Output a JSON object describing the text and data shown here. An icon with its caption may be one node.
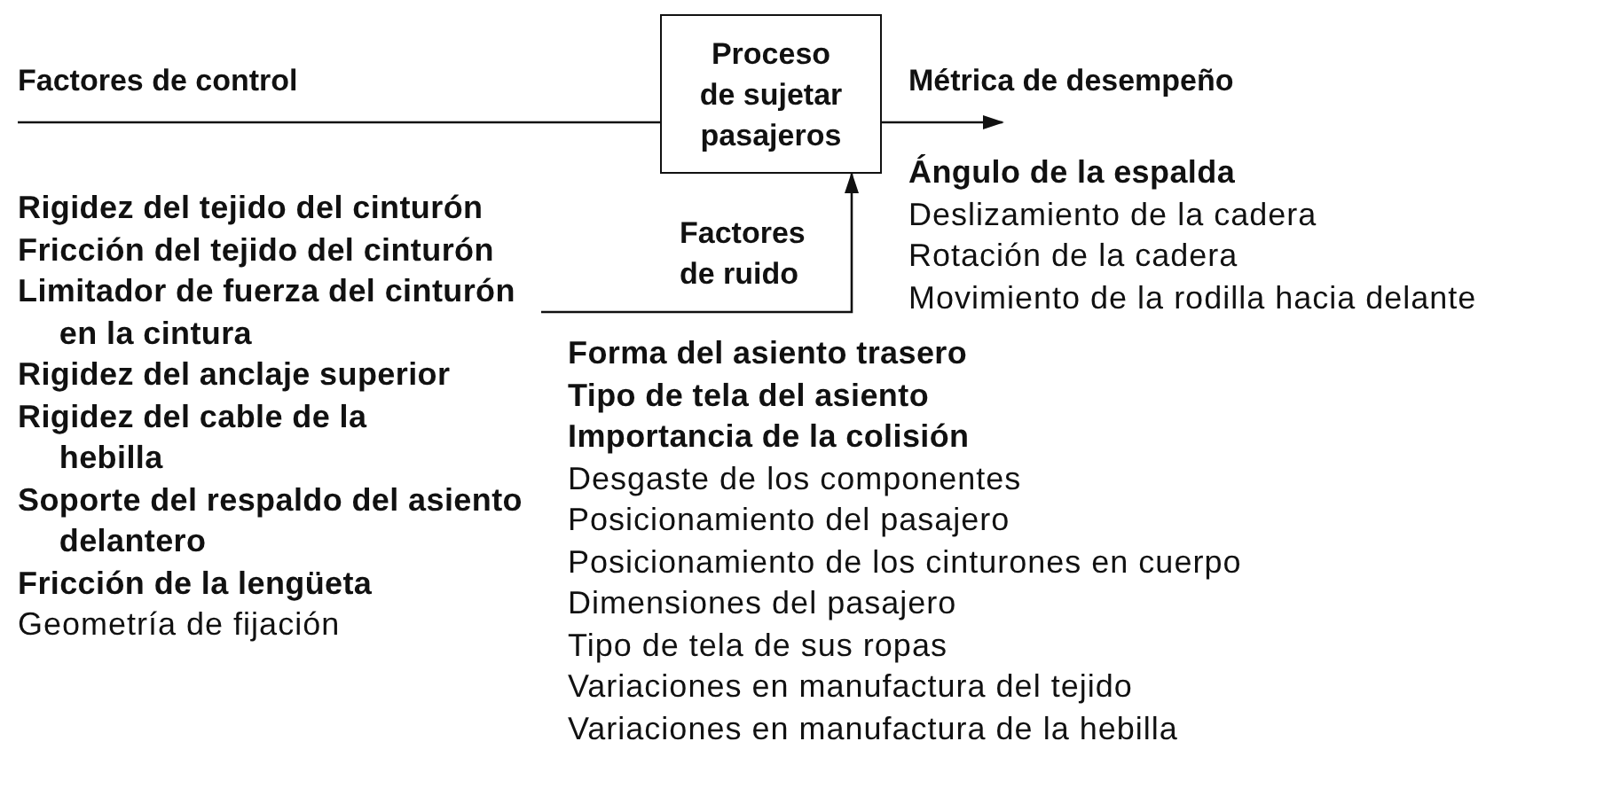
{
  "diagram": {
    "nodes": [
      {
        "text": [
          "Rigidez del tejido del cinturón",
          "Fricción del tejido del cinturón",
          "Limitador de fuerza del cinturón en la cintura",
          "Rigidez del anclaje superior",
          "Rigidez del cable de la hebilla",
          "Soporte del respaldo del asiento delantero",
          "Fricción de la lengüeta",
          "Geometría de fijación"
        ]
      },
      {
        "text": [
          "Proceso de sujetar pasajeros"
        ]
      },
      {
        "text": [
          "Ángulo de la espalda",
          "Deslizamiento de la cadera",
          "Rotación de la cadera",
          "Movimiento de la rodilla hacia delante"
        ]
      },
      {
        "text": [
          "Forma del asiento trasero",
          "Tipo de tela del asiento",
          "Importancia de la colisión",
          "Desgaste de los componentes",
          "Posicionamiento del pasajero",
          "Posicionamiento de los cinturones en cuerpo",
          "Dimensiones del pasajero",
          "Tipo de tela de sus ropas",
          "Variaciones en manufactura del tejido",
          "Variaciones en manufactura de la hebilla"
        ]
      }
    ],
    "edges": [
      {
        "from": 0,
        "to": 1,
        "arrow": "none",
        "label": "Factores de control"
      },
      {
        "from": 1,
        "to": 2,
        "arrow": "to",
        "label": "Métrica de desempeño"
      },
      {
        "from": 3,
        "to": 1,
        "arrow": "to",
        "label": "Factores de ruido"
      }
    ]
  }
}
